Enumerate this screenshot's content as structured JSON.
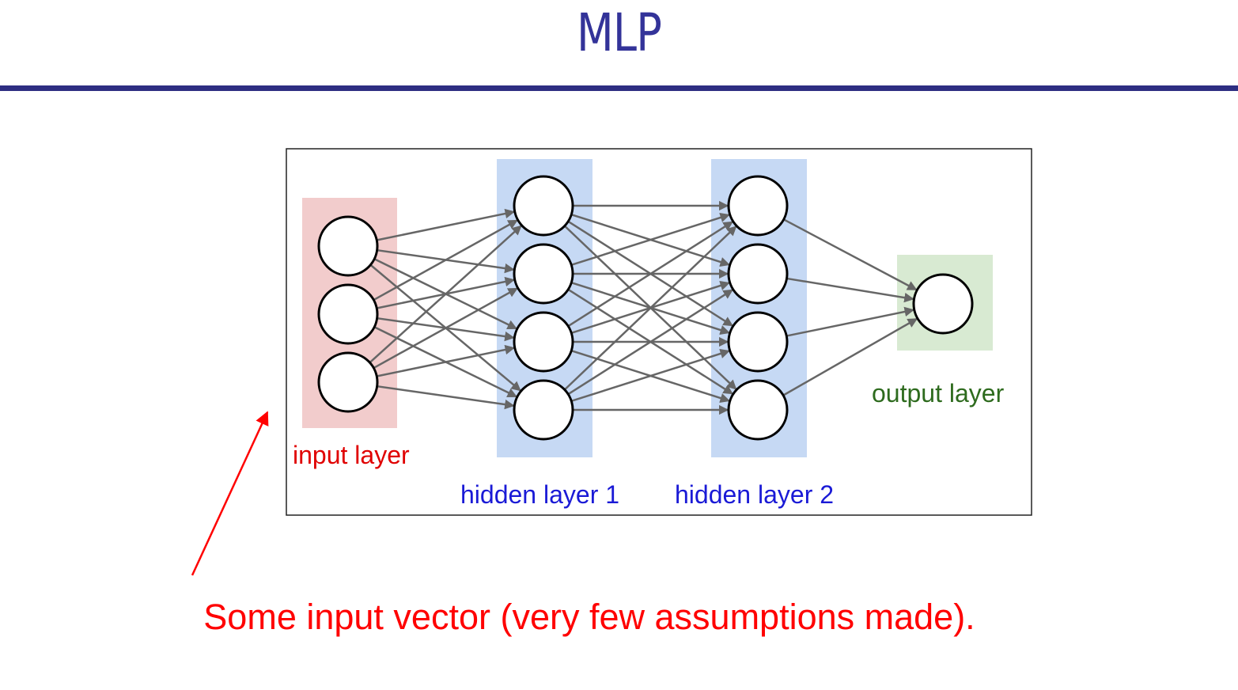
{
  "slide": {
    "title": "MLP",
    "caption": "Some input vector (very few assumptions made)."
  },
  "diagram": {
    "layers": [
      {
        "id": "input",
        "label": "input layer",
        "nodes": 3,
        "label_color": "#e00000",
        "band_color": "#f2cccc"
      },
      {
        "id": "hidden1",
        "label": "hidden layer 1",
        "nodes": 4,
        "label_color": "#1a1ad6",
        "band_color": "#c6d9f4"
      },
      {
        "id": "hidden2",
        "label": "hidden layer 2",
        "nodes": 4,
        "label_color": "#1a1ad6",
        "band_color": "#c6d9f4"
      },
      {
        "id": "output",
        "label": "output layer",
        "nodes": 1,
        "label_color": "#2e6b1e",
        "band_color": "#d8ead2"
      }
    ],
    "connections": "fully-connected",
    "edge_color": "#666666",
    "annotation_arrow_color": "#ff0000"
  }
}
